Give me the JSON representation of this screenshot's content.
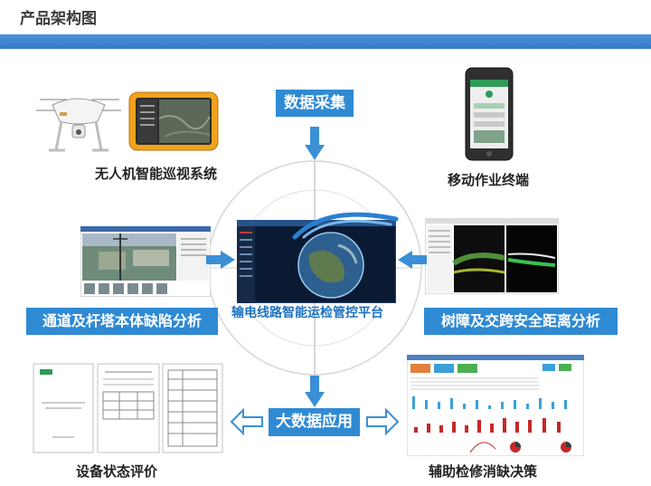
{
  "page_title": "产品架构图",
  "labels": {
    "data_collection": "数据采集",
    "channel_analysis": "通道及杆塔本体缺陷分析",
    "tree_analysis": "树障及交跨安全距离分析",
    "big_data": "大数据应用"
  },
  "captions": {
    "uav": "无人机智能巡视系统",
    "mobile": "移动作业终端",
    "platform": "输电线路智能运检管控平台",
    "equipment": "设备状态评价",
    "decision": "辅助检修消缺决策"
  },
  "colors": {
    "accent": "#2f8ad4",
    "arrow": "#3a8fd6",
    "bar": "#3579c6"
  }
}
